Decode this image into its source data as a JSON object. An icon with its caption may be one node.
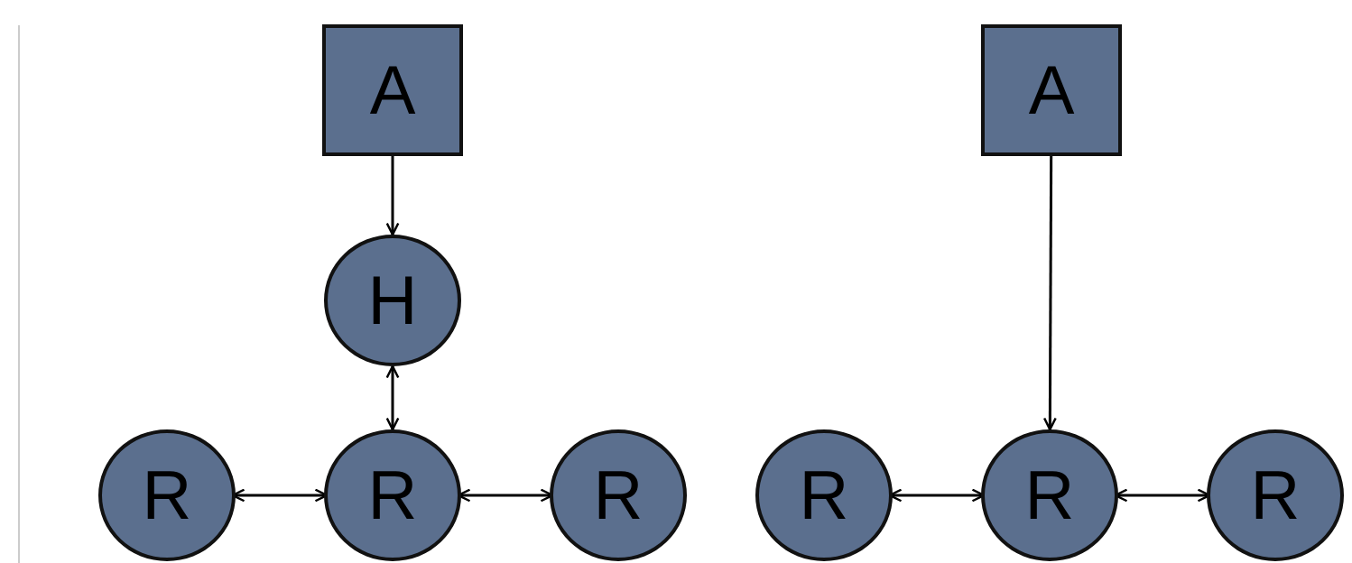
{
  "diagram": {
    "nodes": [
      {
        "text": [
          "A"
        ]
      },
      {
        "text": [
          "A"
        ]
      },
      {
        "text": [
          "H"
        ]
      },
      {
        "text": [
          "R"
        ]
      },
      {
        "text": [
          "R"
        ]
      },
      {
        "text": [
          "R"
        ]
      },
      {
        "text": [
          "R"
        ]
      },
      {
        "text": [
          "R"
        ]
      },
      {
        "text": [
          "R"
        ]
      }
    ],
    "edges": [
      {
        "from": 0,
        "to": 2,
        "arrow": "to"
      },
      {
        "from": 2,
        "to": 4,
        "arrow": "both"
      },
      {
        "from": 3,
        "to": 4,
        "arrow": "both"
      },
      {
        "from": 4,
        "to": 5,
        "arrow": "both"
      },
      {
        "from": 1,
        "to": 7,
        "arrow": "to"
      },
      {
        "from": 6,
        "to": 7,
        "arrow": "both"
      },
      {
        "from": 7,
        "to": 8,
        "arrow": "both"
      }
    ]
  }
}
